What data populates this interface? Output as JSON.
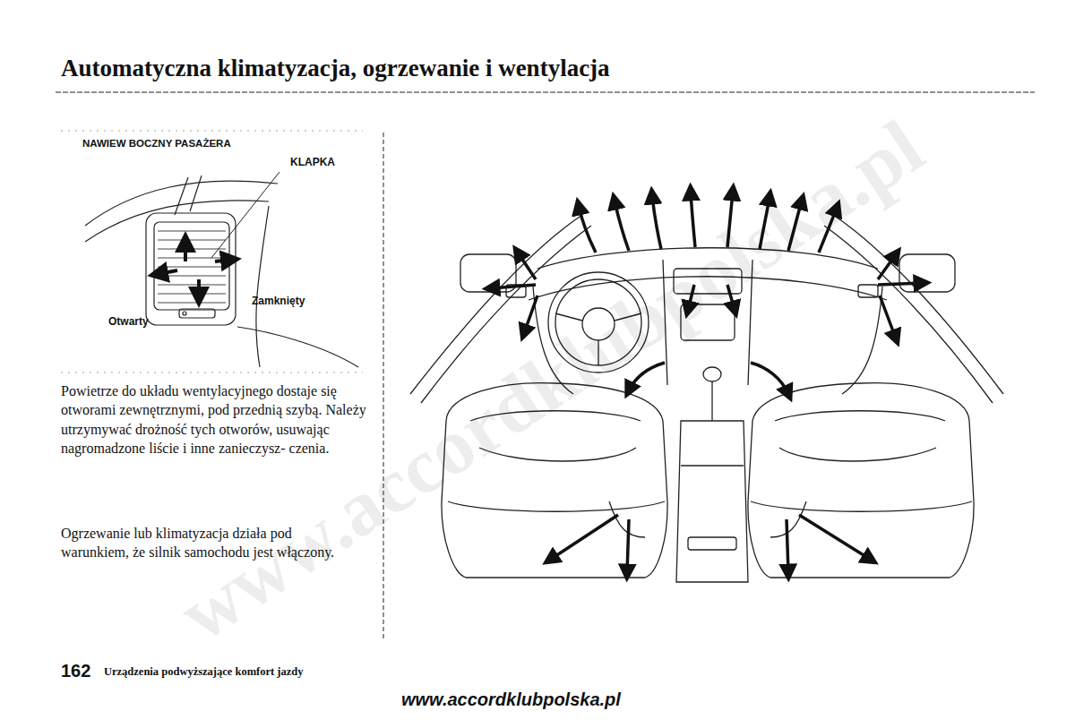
{
  "diagram": {
    "title": "Automatyczna klimatyzacja, ogrzewanie i wentylacja",
    "labels": [
      "NAWIEW BOCZNY PASAŻERA",
      "KLAPKA",
      "Zamknięty",
      "Otwarty",
      "Powietrze do układu wentylacyjnego dostaje się otworami zewnętrznymi, pod przednią szybą. Należy utrzymywać drożność tych otworów, usuwając nagromadzone liście i inne zanieczysz- czenia.",
      "Ogrzewanie lub klimatyzacja działa pod warunkiem, że silnik samochodu jest włączony.",
      "162",
      "Urządzenia podwyższające komfort jazdy",
      "www.accordklubpolska.pl",
      "www.accordklubpolska.pl"
    ]
  }
}
